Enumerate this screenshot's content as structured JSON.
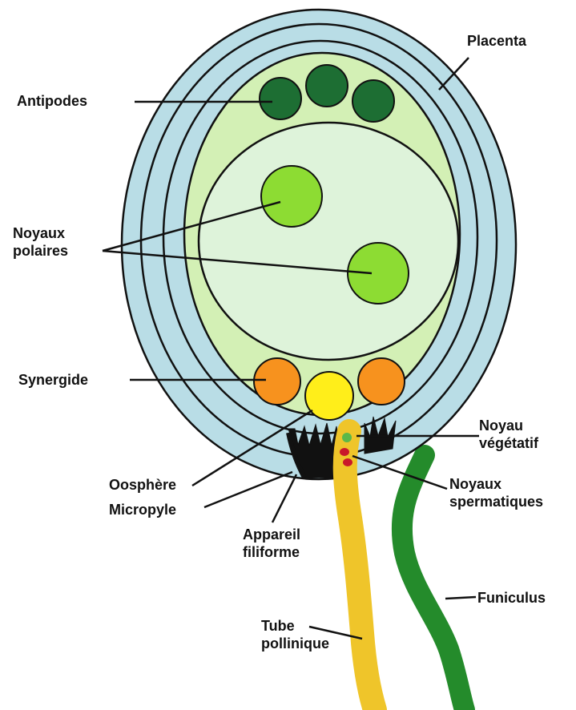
{
  "labels": {
    "placenta": "Placenta",
    "antipodes": "Antipodes",
    "noyaux_polaires": [
      "Noyaux",
      "polaires"
    ],
    "synergide": "Synergide",
    "oosphere": "Oosphère",
    "micropyle": "Micropyle",
    "appareil_filiforme": [
      "Appareil",
      "filiforme"
    ],
    "noyau_vegetatif": [
      "Noyau",
      "végétatif"
    ],
    "noyaux_spermatiques": [
      "Noyaux",
      "spermatiques"
    ],
    "funiculus": "Funiculus",
    "tube_pollinique": [
      "Tube",
      "pollinique"
    ]
  },
  "colors": {
    "outer_tegument": "#b9dde6",
    "embryo_sac": "#d3f0b5",
    "central_cell": "#def3da",
    "antipode": "#1d6e33",
    "polar_nucleus": "#8ddc33",
    "synergid": "#f7921e",
    "egg_cell": "#ffee1a",
    "pollen_tube": "#efc52a",
    "funiculus": "#248b2b",
    "filiform": "#111111",
    "vegetative_nucleus": "#5cb849",
    "sperm_nucleus": "#c9182a"
  }
}
